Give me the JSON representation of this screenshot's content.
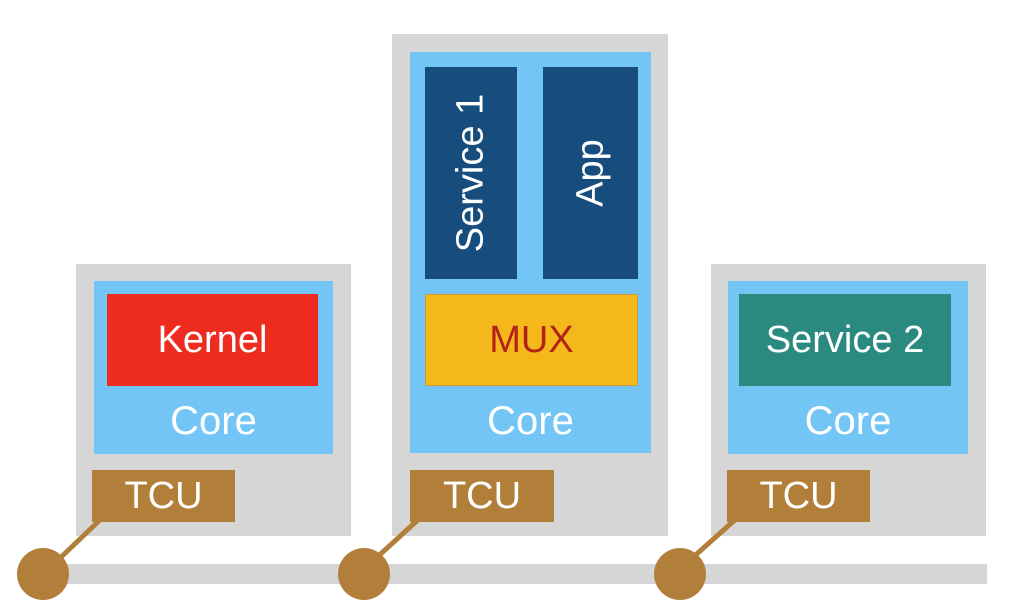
{
  "tiles": [
    {
      "id": "left",
      "core_label": "Core",
      "tcu_label": "TCU",
      "block_label": "Kernel"
    },
    {
      "id": "middle",
      "core_label": "Core",
      "tcu_label": "TCU",
      "block_label": "MUX",
      "vertical_blocks": [
        "Service 1",
        "App"
      ]
    },
    {
      "id": "right",
      "core_label": "Core",
      "tcu_label": "TCU",
      "block_label": "Service 2"
    }
  ],
  "colors": {
    "tile_gray": "#d6d6d6",
    "core_blue": "#72c5f5",
    "kernel_red": "#ee2b1f",
    "mux_yellow": "#f5b81a",
    "mux_text": "#b22217",
    "service2_teal": "#2a8a80",
    "vertical_navy": "#174d7c",
    "tcu_brown": "#b17f3a"
  }
}
